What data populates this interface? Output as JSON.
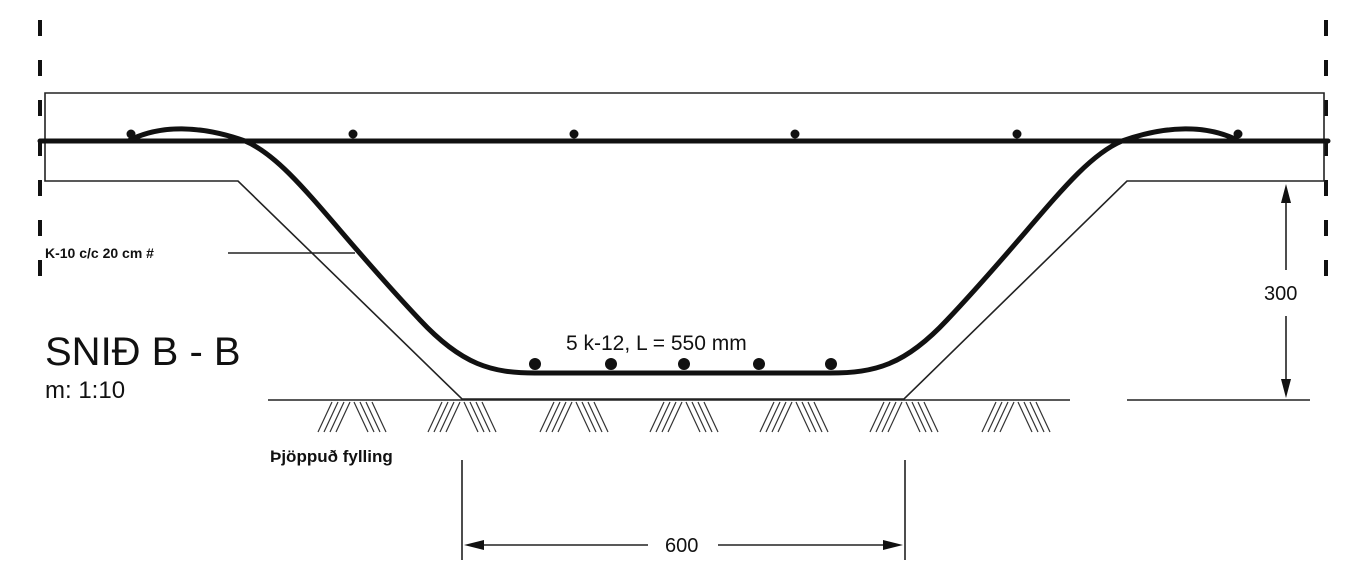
{
  "section": {
    "title": "SNIÐ B - B",
    "scale": "m: 1:10"
  },
  "labels": {
    "rebar_mesh": "K-10 c/c 20 cm #",
    "bottom_bars": "5 k-12, L = 550 mm",
    "fill": "Þjöppuð fylling"
  },
  "dimensions": {
    "depth": "300",
    "width": "600"
  }
}
